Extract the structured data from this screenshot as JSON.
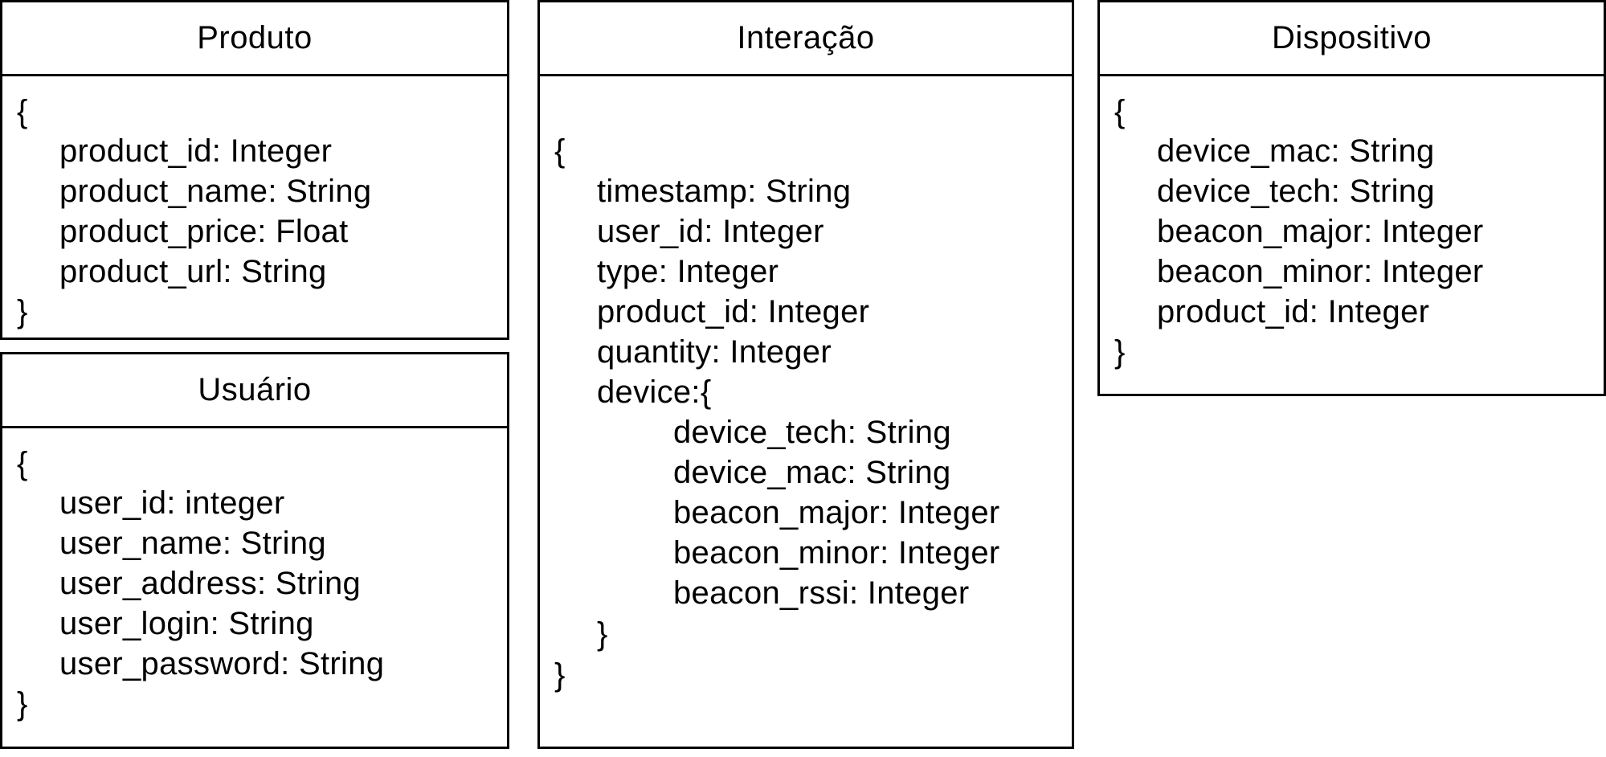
{
  "produto": {
    "title": "Produto",
    "lines": [
      "{",
      "product_id: Integer",
      "product_name: String",
      "product_price: Float",
      "product_url: String",
      "}"
    ]
  },
  "usuario": {
    "title": "Usuário",
    "lines": [
      "{",
      "user_id: integer",
      "user_name: String",
      "user_address: String",
      "user_login: String",
      "user_password: String",
      "}"
    ]
  },
  "interacao": {
    "title": "Interação",
    "lines": [
      "{",
      "timestamp: String",
      "user_id: Integer",
      "type: Integer",
      "product_id: Integer",
      "quantity: Integer",
      "device:{",
      "device_tech: String",
      "device_mac: String",
      "beacon_major: Integer",
      "beacon_minor: Integer",
      "beacon_rssi: Integer",
      "}",
      "}"
    ]
  },
  "dispositivo": {
    "title": "Dispositivo",
    "lines": [
      "{",
      "device_mac: String",
      "device_tech: String",
      "beacon_major: Integer",
      "beacon_minor: Integer",
      "product_id: Integer",
      "}"
    ]
  }
}
